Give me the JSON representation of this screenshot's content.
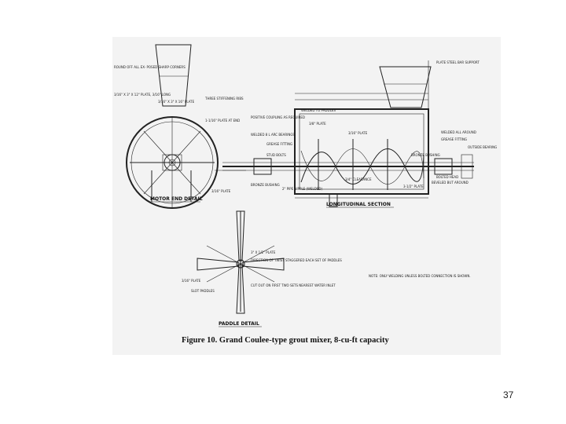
{
  "figure": {
    "caption": "Figure 10. Grand Coulee-type grout mixer, 8-cu-ft capacity",
    "motor_end_detail": {
      "title": "MOTOR END DETAIL",
      "labels": [
        "ROUND OFF ALL EX- POSED SHARP CORNERS",
        "3/16\" X 3\" X 16\" PLATE",
        "THREE STIFFENING RIBS",
        "3/16\" X 3\" X 12\" PLATE, 3/16\" LONG",
        "1-1/16\" PLATE AT END",
        "3/16\" PLATE"
      ]
    },
    "longitudinal_section": {
      "title": "LONGITUDINAL SECTION",
      "labels": [
        "POSITIVE COUPLING AS REQUIRED",
        "WELDED 8 L ARC BEARINGS",
        "GREASE FITTING",
        "STUD BOLTS",
        "BRONZE BUSHING",
        "3/8\" PLATE",
        "3/16\" PLATE",
        "WELDED TO PADDLES",
        "PLATE STEEL BAR SUPPORT",
        "BOLTED HEAD",
        "BRONZE BUSHING",
        "3/4\" CLEARANCE",
        "2\" PIPE NIPPLE (WELDED)",
        "WELDED ALL AROUND",
        "GREASE FITTING",
        "OUTSIDE BEARING",
        "3-1/2\" PLATE",
        "BEVELED BUT AROUND"
      ]
    },
    "paddle_detail": {
      "title": "PADDLE DETAIL",
      "labels": [
        "3\" X 1/2\" PLATE",
        "DIRECTION OF TWIST STAGGERED EACH SET OF PADDLES",
        "CUT OUT ON FIRST TWO SETS NEAREST WATER INLET",
        "3/16\" PLATE",
        "SLOT PADDLES"
      ]
    },
    "note": "NOTE: ONLY WELDING UNLESS BOLTED CONNECTION IS SHOWN."
  },
  "page_number": "37"
}
